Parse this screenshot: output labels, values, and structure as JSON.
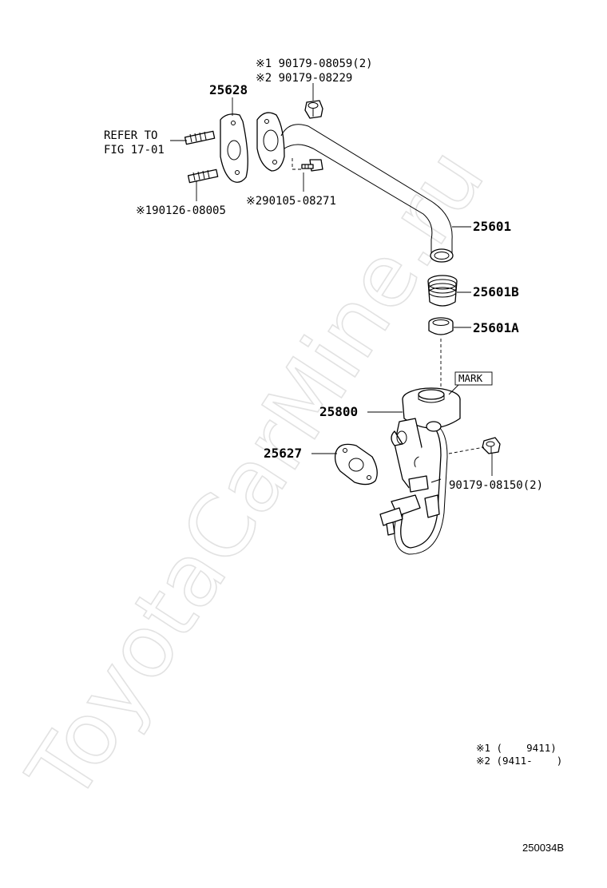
{
  "watermark": "ToyotaCarMine.ru",
  "labels": {
    "p25628": "25628",
    "refer_line1": "REFER TO",
    "refer_line2": "FIG 17-01",
    "note_top_1": "※1 90179-08059(2)",
    "note_top_2": "※2 90179-08229",
    "stud": "※190126-08005",
    "bolt": "※290105-08271",
    "p25601": "25601",
    "p25601B": "25601B",
    "p25601A": "25601A",
    "mark": "MARK",
    "p25800": "25800",
    "p25627": "25627",
    "nut": "90179-08150(2)"
  },
  "legend": {
    "line1": "※1 (    9411)",
    "line2": "※2 (9411-    )"
  },
  "figure_code": "250034B"
}
